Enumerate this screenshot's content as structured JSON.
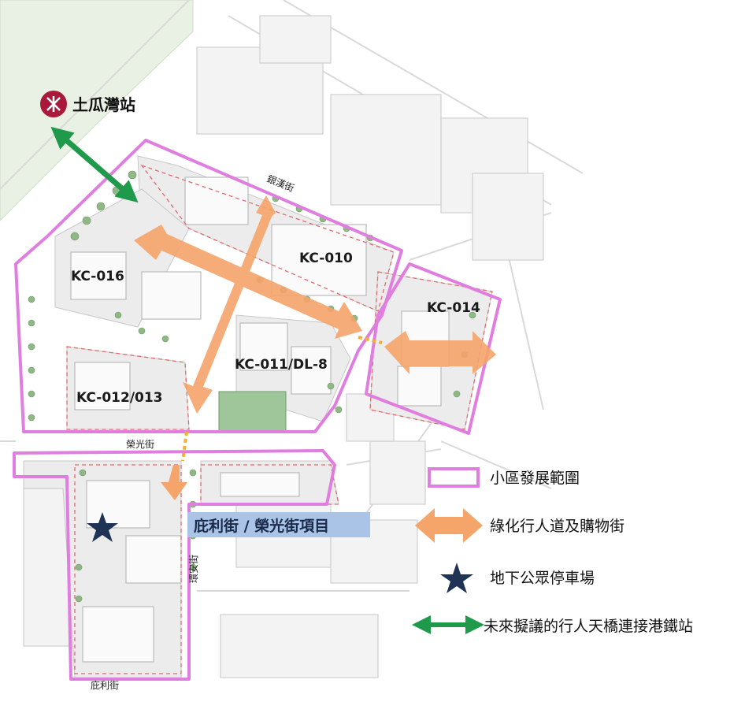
{
  "station": {
    "logo_icon": "mtr-logo-icon",
    "name": "土瓜灣站"
  },
  "streets": {
    "ngan_hon": "銀漢街",
    "wing_kwong": "榮光街",
    "bailey": "庇利街",
    "wai_on": "環安街"
  },
  "sites": {
    "kc016": "KC-016",
    "kc010": "KC-010",
    "kc014": "KC-014",
    "kc011": "KC-011/DL-8",
    "kc012": "KC-012/013"
  },
  "project": {
    "label": "庇利街 / 榮光街項目"
  },
  "legend": {
    "boundary": "小區發展範圍",
    "walkway": "綠化行人道及購物街",
    "parking": "地下公眾停車場",
    "footbridge": "未來擬議的行人天橋連接港鐵站"
  },
  "colors": {
    "boundary": "#e07ee0",
    "walkway": "#f5a46a",
    "parking": "#1f3355",
    "footbridge": "#1e9a4a",
    "project_bg": "#a9c4e6",
    "green_area": "#e6f0e0",
    "mtr_red": "#a8193a"
  }
}
